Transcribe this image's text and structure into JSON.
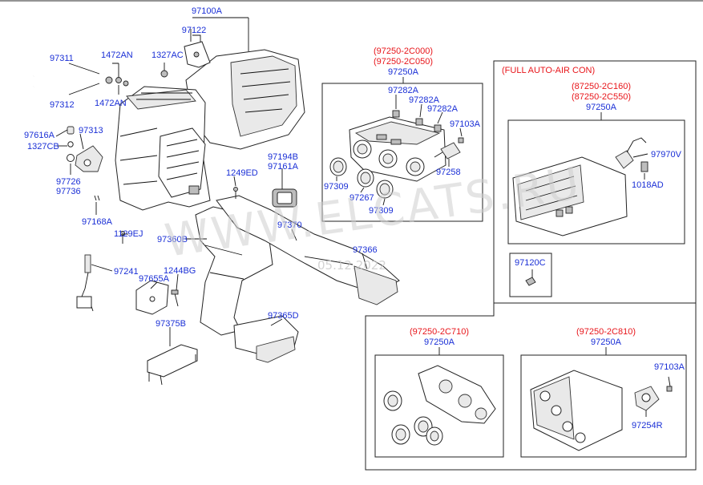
{
  "watermark": {
    "text": "WWW.ELCATS.RU",
    "date": "05.12.2022"
  },
  "labels": {
    "p97100A": "97100A",
    "p97122": "97122",
    "p97311": "97311",
    "p1472AN_a": "1472AN",
    "p1327AC": "1327AC",
    "p97312": "97312",
    "p1472AN_b": "1472AN",
    "p97616A": "97616A",
    "p97313": "97313",
    "p1327CB": "1327CB",
    "p97726": "97726",
    "p97736": "97736",
    "p97168A": "97168A",
    "p1249ED": "1249ED",
    "p97194B": "97194B",
    "p97161A": "97161A",
    "p1129EJ": "1129EJ",
    "p97360B": "97360B",
    "p97370": "97370",
    "p97366": "97366",
    "p97241": "97241",
    "p1244BG": "1244BG",
    "p97655A": "97655A",
    "p97375B": "97375B",
    "p97365D": "97365D",
    "p97120C": "97120C"
  },
  "panel_a": {
    "variant1": "(97250-2C000)",
    "variant2": "(97250-2C050)",
    "assembly": "97250A",
    "p97282A_1": "97282A",
    "p97282A_2": "97282A",
    "p97282A_3": "97282A",
    "p97103A": "97103A",
    "p97309_a": "97309",
    "p97267": "97267",
    "p97309_b": "97309",
    "p97258": "97258"
  },
  "panel_auto": {
    "title": "(FULL AUTO-AIR CON)",
    "variant1": "(87250-2C160)",
    "variant2": "(87250-2C550)",
    "assembly": "97250A",
    "p97970V": "97970V",
    "p1018AD": "1018AD"
  },
  "panel_c": {
    "variant": "(97250-2C710)",
    "assembly": "97250A"
  },
  "panel_d": {
    "variant": "(97250-2C810)",
    "assembly": "97250A",
    "p97103A": "97103A",
    "p97254R": "97254R"
  },
  "colors": {
    "part_number": "#1a2fd6",
    "variant_header": "#e8161b",
    "line": "#111111"
  }
}
